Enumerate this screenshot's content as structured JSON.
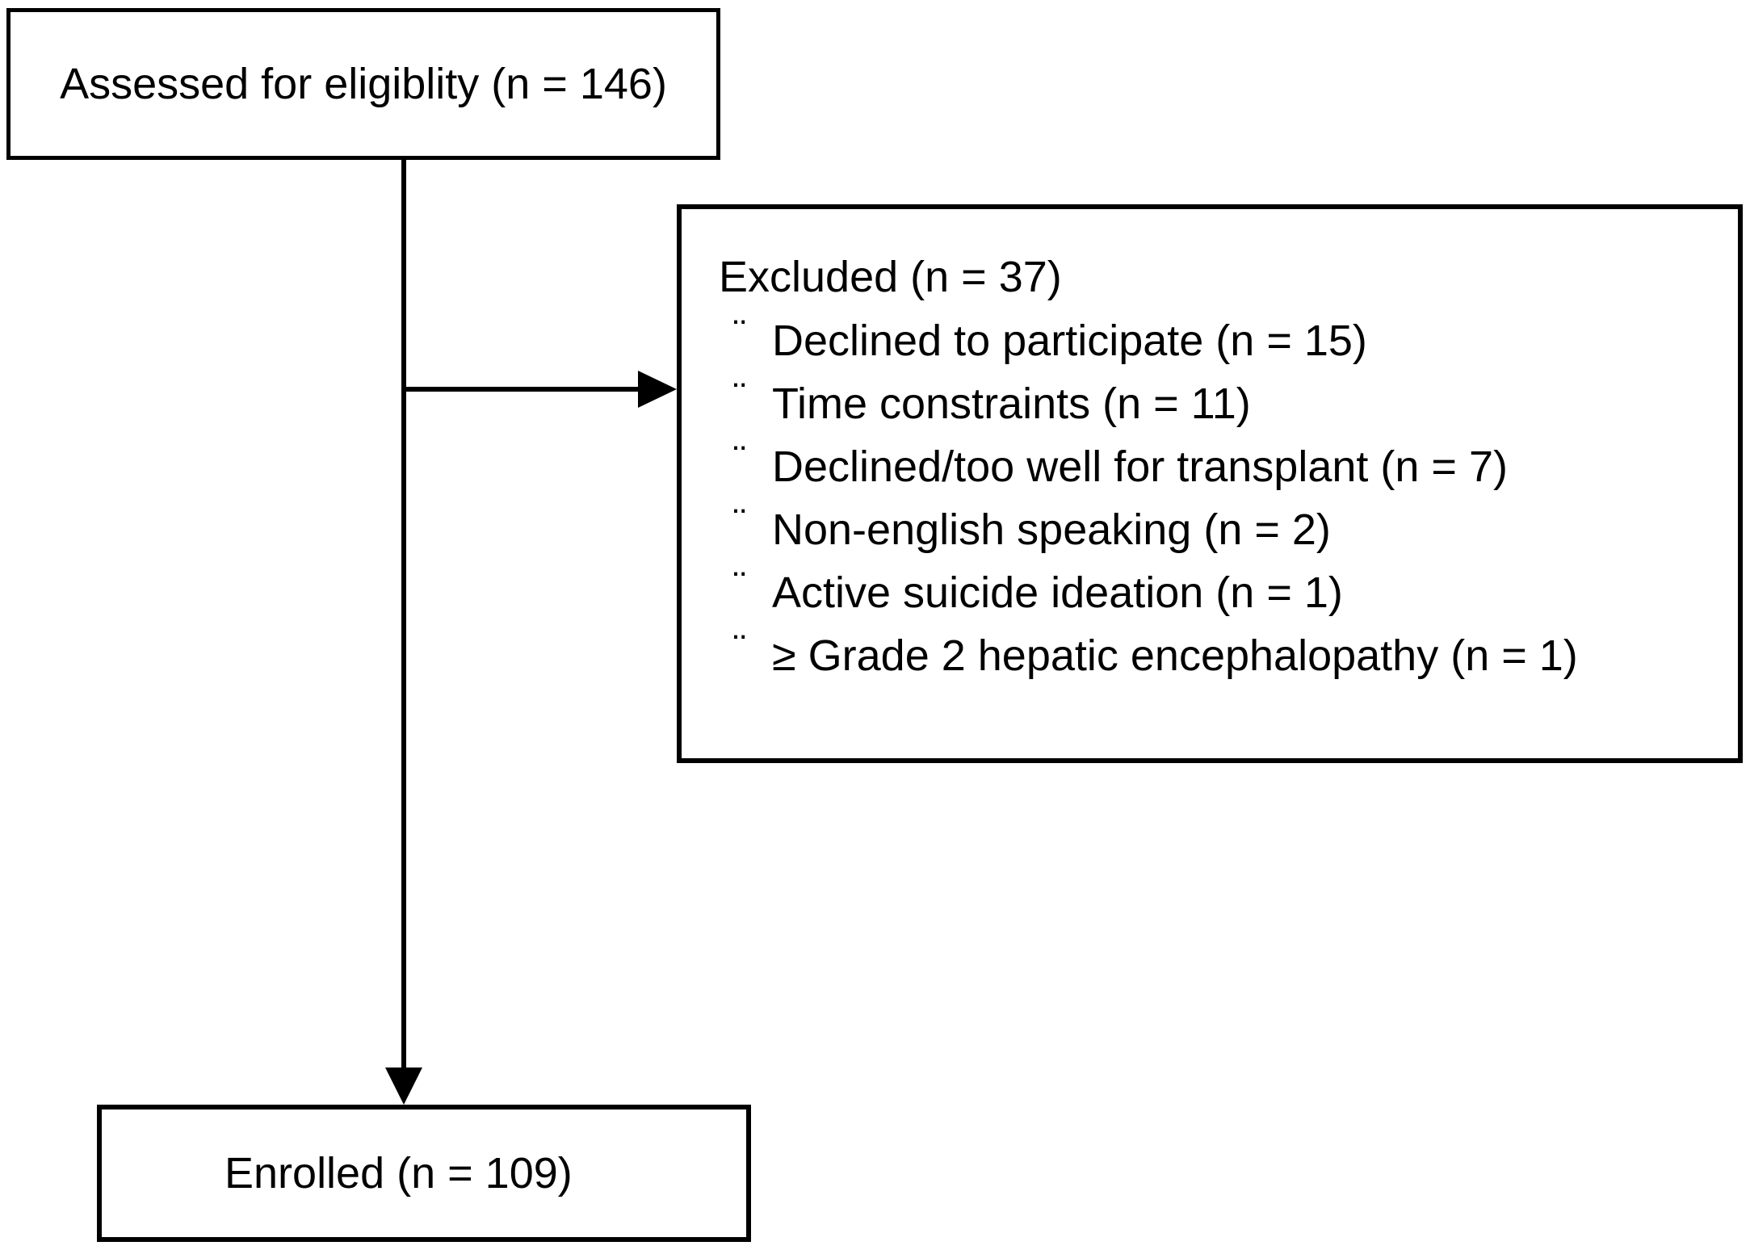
{
  "colors": {
    "ink": "#000000",
    "paper": "#ffffff"
  },
  "flow": {
    "assessed": {
      "label": "Assessed for eligiblity (n = 146)"
    },
    "excluded": {
      "title": "Excluded (n = 37)",
      "bullet": "¨",
      "items": [
        "Declined to participate (n = 15)",
        "Time constraints (n = 11)",
        "Declined/too well for transplant (n = 7)",
        "Non-english speaking (n = 2)",
        "Active suicide ideation (n = 1)",
        "≥ Grade 2 hepatic encephalopathy (n = 1)"
      ]
    },
    "enrolled": {
      "label": "Enrolled (n = 109)"
    }
  }
}
